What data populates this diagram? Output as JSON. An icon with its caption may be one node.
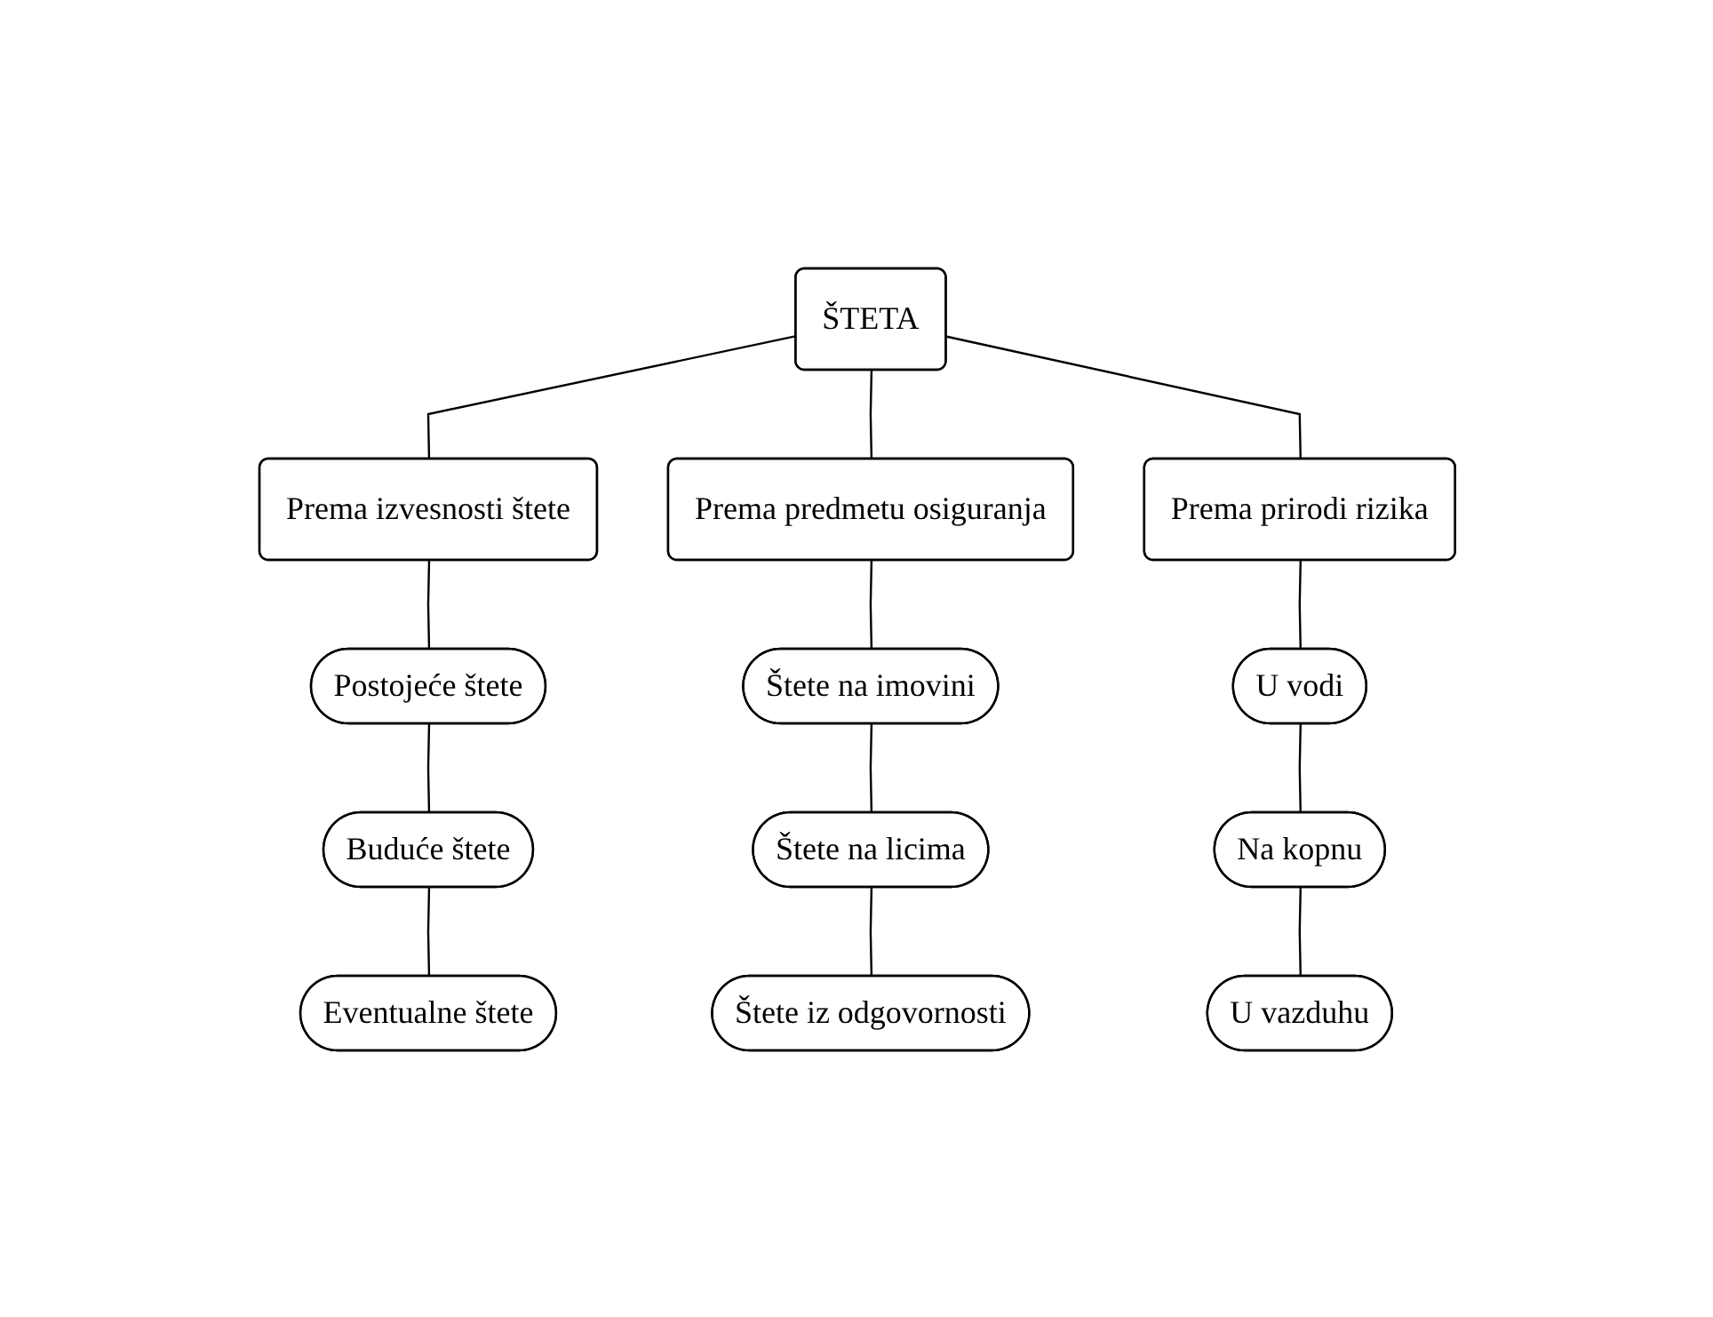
{
  "diagram": {
    "nodes": [
      {
        "text": [
          "ŠTETA"
        ]
      },
      {
        "text": [
          "Prema izvesnosti štete"
        ]
      },
      {
        "text": [
          "Prema predmetu osiguranja"
        ]
      },
      {
        "text": [
          "Prema prirodi rizika"
        ]
      },
      {
        "text": [
          "Postojeće štete"
        ]
      },
      {
        "text": [
          "Buduće štete"
        ]
      },
      {
        "text": [
          "Eventualne štete"
        ]
      },
      {
        "text": [
          "Štete na imovini"
        ]
      },
      {
        "text": [
          "Štete na licima"
        ]
      },
      {
        "text": [
          "Štete iz odgovornosti"
        ]
      },
      {
        "text": [
          "U vodi"
        ]
      },
      {
        "text": [
          "Na kopnu"
        ]
      },
      {
        "text": [
          "U vazduhu"
        ]
      }
    ],
    "edges": [
      {
        "from": 0,
        "to": 1,
        "arrow": "none"
      },
      {
        "from": 0,
        "to": 2,
        "arrow": "none"
      },
      {
        "from": 0,
        "to": 3,
        "arrow": "none"
      },
      {
        "from": 1,
        "to": 4,
        "arrow": "none"
      },
      {
        "from": 4,
        "to": 5,
        "arrow": "none"
      },
      {
        "from": 5,
        "to": 6,
        "arrow": "none"
      },
      {
        "from": 2,
        "to": 7,
        "arrow": "none"
      },
      {
        "from": 7,
        "to": 8,
        "arrow": "none"
      },
      {
        "from": 8,
        "to": 9,
        "arrow": "none"
      },
      {
        "from": 3,
        "to": 10,
        "arrow": "none"
      },
      {
        "from": 10,
        "to": 11,
        "arrow": "none"
      },
      {
        "from": 11,
        "to": 12,
        "arrow": "none"
      }
    ]
  }
}
